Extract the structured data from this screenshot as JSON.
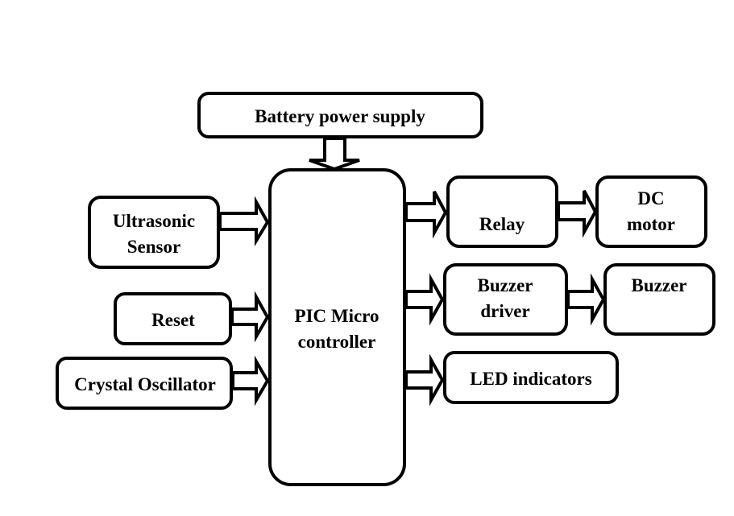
{
  "diagram": {
    "type": "block-diagram",
    "colors": {
      "stroke": "#000000",
      "fill": "#ffffff",
      "text": "#000000"
    },
    "blocks": {
      "battery": {
        "lines": [
          "Battery power supply"
        ]
      },
      "ultrasonic": {
        "lines": [
          "Ultrasonic",
          "Sensor"
        ]
      },
      "reset": {
        "lines": [
          "Reset"
        ]
      },
      "crystal": {
        "lines": [
          "Crystal Oscillator"
        ]
      },
      "pic": {
        "lines": [
          "PIC Micro",
          "controller"
        ]
      },
      "relay": {
        "lines": [
          "Relay"
        ]
      },
      "dcmotor": {
        "lines": [
          "DC",
          "motor"
        ]
      },
      "buzzer_driver": {
        "lines": [
          "Buzzer",
          "driver"
        ]
      },
      "buzzer": {
        "lines": [
          "Buzzer"
        ]
      },
      "led": {
        "lines": [
          "LED indicators"
        ]
      }
    },
    "connections": [
      {
        "from": "Battery power supply",
        "to": "PIC Micro controller"
      },
      {
        "from": "Ultrasonic Sensor",
        "to": "PIC Micro controller"
      },
      {
        "from": "Reset",
        "to": "PIC Micro controller"
      },
      {
        "from": "Crystal Oscillator",
        "to": "PIC Micro controller"
      },
      {
        "from": "PIC Micro controller",
        "to": "Relay"
      },
      {
        "from": "Relay",
        "to": "DC motor"
      },
      {
        "from": "PIC Micro controller",
        "to": "Buzzer driver"
      },
      {
        "from": "Buzzer driver",
        "to": "Buzzer"
      },
      {
        "from": "PIC Micro controller",
        "to": "LED indicators"
      }
    ]
  }
}
